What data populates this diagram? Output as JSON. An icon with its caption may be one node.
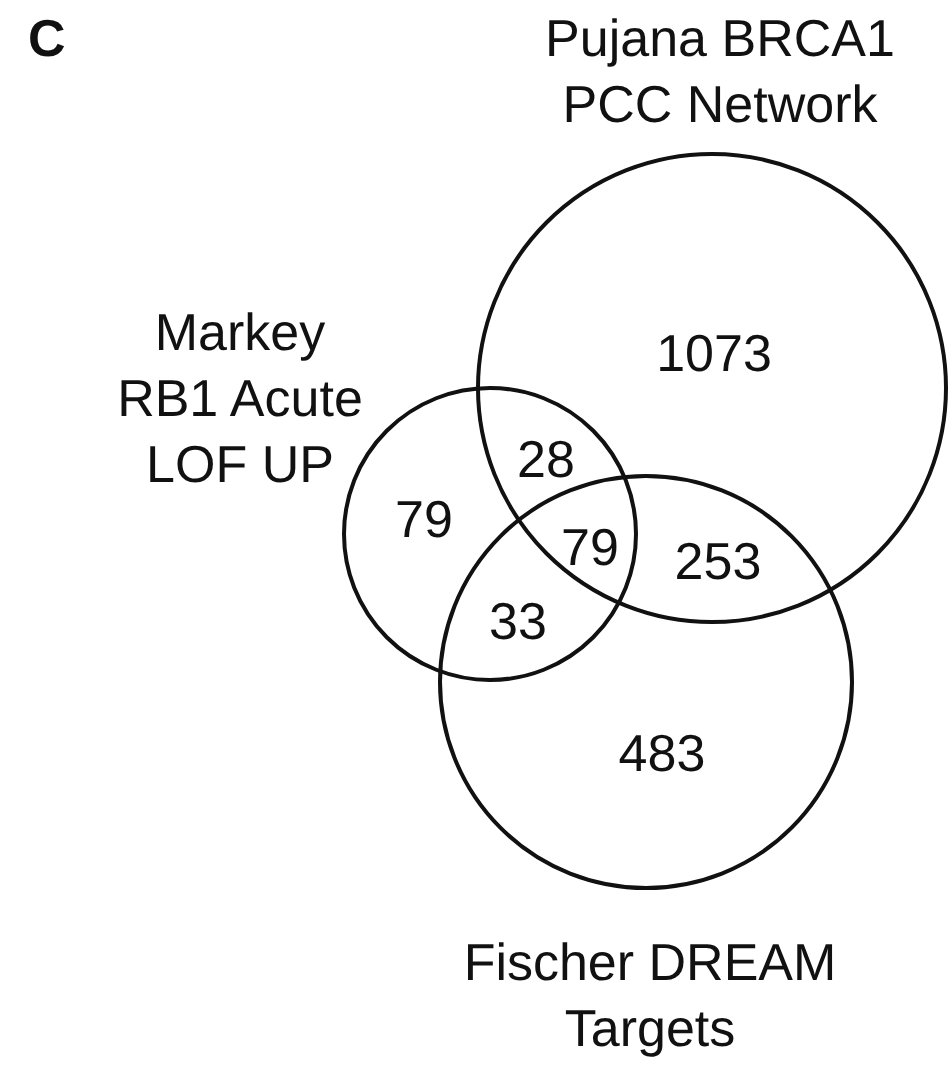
{
  "diagram": {
    "nodes": [
      {
        "text": [
          "Pujana BRCA1 PCC Network"
        ]
      },
      {
        "text": [
          "Markey RB1 Acute LOF UP"
        ]
      },
      {
        "text": [
          "Fischer DREAM Targets"
        ]
      }
    ],
    "labels": [
      "C",
      "1073",
      "28",
      "79",
      "79",
      "253",
      "33",
      "483"
    ]
  }
}
